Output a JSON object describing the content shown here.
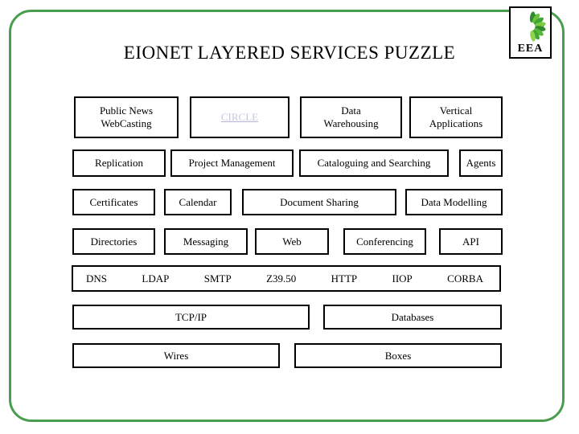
{
  "slide": {
    "title": "EIONET LAYERED SERVICES PUZZLE"
  },
  "logo": {
    "text": "EEA"
  },
  "colors": {
    "slide_border_green": "#4a9d4f",
    "box_border": "#000000",
    "circle_link": "#c6c6e2",
    "logo_leaf_green": "#3fa535",
    "logo_gear_blue": "#3b82c4",
    "text": "#000000"
  },
  "boxes": {
    "public_news": {
      "label": "Public News\nWebCasting"
    },
    "circle": {
      "label": "CIRCLE"
    },
    "data_warehousing": {
      "label": "Data\nWarehousing"
    },
    "vertical_applications": {
      "label": "Vertical\nApplications"
    },
    "replication": {
      "label": "Replication"
    },
    "project_management": {
      "label": "Project Management"
    },
    "cataloguing": {
      "label": "Cataloguing and Searching"
    },
    "agents": {
      "label": "Agents"
    },
    "certificates": {
      "label": "Certificates"
    },
    "calendar": {
      "label": "Calendar"
    },
    "document_sharing": {
      "label": "Document Sharing"
    },
    "data_modelling": {
      "label": "Data Modelling"
    },
    "directories": {
      "label": "Directories"
    },
    "messaging": {
      "label": "Messaging"
    },
    "web": {
      "label": "Web"
    },
    "conferencing": {
      "label": "Conferencing"
    },
    "api": {
      "label": "API"
    },
    "tcpip": {
      "label": "TCP/IP"
    },
    "databases": {
      "label": "Databases"
    },
    "wires": {
      "label": "Wires"
    },
    "boxes_layer": {
      "label": "Boxes"
    }
  },
  "protocols": {
    "items": [
      "DNS",
      "LDAP",
      "SMTP",
      "Z39.50",
      "HTTP",
      "IIOP",
      "CORBA"
    ]
  }
}
